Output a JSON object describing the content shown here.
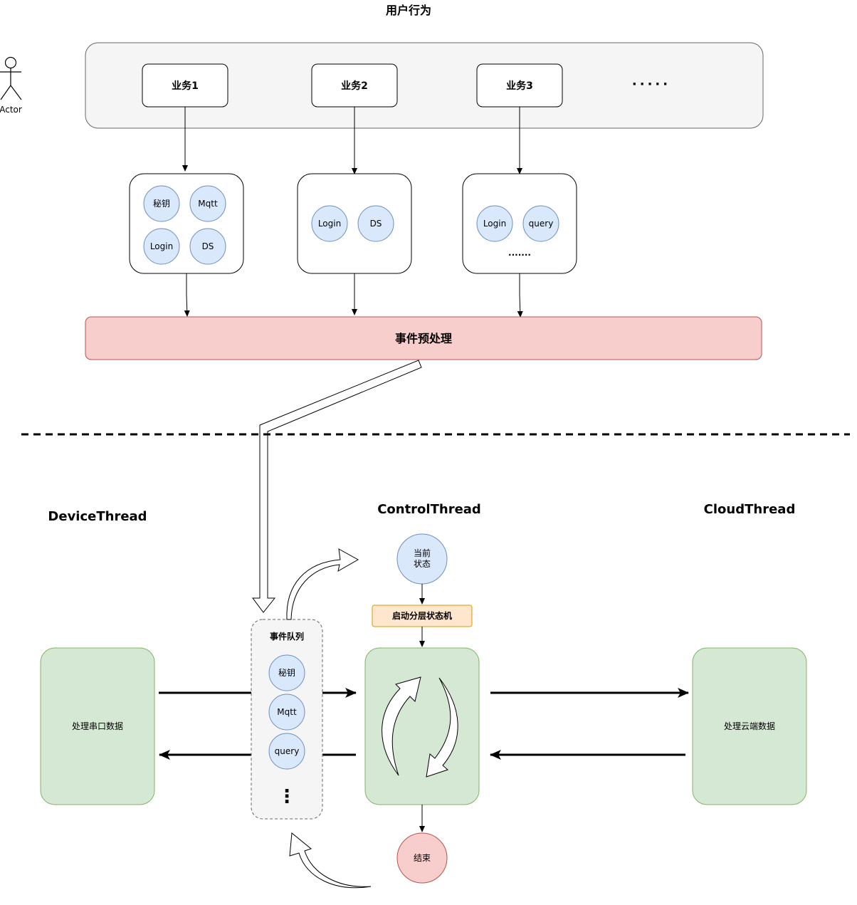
{
  "diagram": {
    "title": "用户行为",
    "actor": {
      "label": "Actor"
    },
    "business": {
      "items": [
        {
          "label": "业务1",
          "circles": [
            "秘钥",
            "Mqtt",
            "Login",
            "DS"
          ]
        },
        {
          "label": "业务2",
          "circles": [
            "Login",
            "DS"
          ]
        },
        {
          "label": "业务3",
          "circles": [
            "Login",
            "query"
          ],
          "more": "·······"
        }
      ],
      "more": "·····"
    },
    "preprocess": {
      "label": "事件预处理"
    },
    "threads": {
      "device": {
        "title": "DeviceThread",
        "box": "处理串口数据"
      },
      "control": {
        "title": "ControlThread"
      },
      "cloud": {
        "title": "CloudThread",
        "box": "处理云端数据"
      }
    },
    "event_queue": {
      "title": "事件队列",
      "items": [
        "秘钥",
        "Mqtt",
        "query"
      ],
      "more": "⋮"
    },
    "current_state": {
      "line1": "当前",
      "line2": "状态"
    },
    "state_machine": {
      "label": "启动分层状态机"
    },
    "end": {
      "label": "结束"
    },
    "colors": {
      "circle_fill": "#dae8fc",
      "circle_stroke": "#6c8ebf",
      "pink_fill": "#f8cecc",
      "pink_stroke": "#b85450",
      "green_fill": "#d5e8d4",
      "green_stroke": "#82b366",
      "orange_fill": "#ffe6cc",
      "orange_stroke": "#d79b00",
      "group_fill": "#f5f5f5",
      "group_stroke": "#666666"
    }
  }
}
